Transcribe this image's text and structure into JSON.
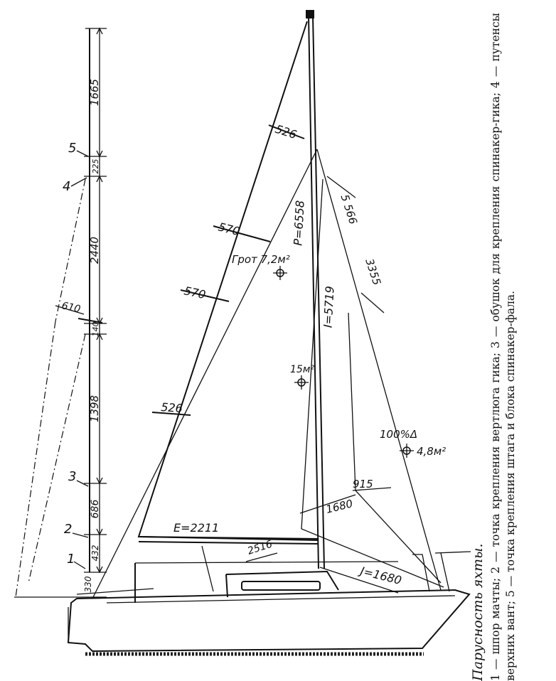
{
  "caption": {
    "title": "Парусность яхты.",
    "text": "1 — шпор мачты; 2 — точка крепления вертлюга гика; 3 — обушок для крепления спинакер-гика; 4 — путенсы верхних вант; 5 — точка крепления штага и блока спинакер-фала."
  },
  "mast_dimensions": [
    {
      "label": "1665"
    },
    {
      "label": "225"
    },
    {
      "label": "2440"
    },
    {
      "label": "140"
    },
    {
      "label": "1398"
    },
    {
      "label": "686"
    },
    {
      "label": "432"
    },
    {
      "label": "330"
    }
  ],
  "mast_points": [
    "1",
    "2",
    "3",
    "4",
    "5"
  ],
  "spreader": {
    "label": "610"
  },
  "batten_labels": [
    "526",
    "570",
    "570",
    "526"
  ],
  "dims": {
    "luff_p": "P=6558",
    "foretriangle_i": "I=5719",
    "boom_e": "E=2211",
    "base_j": "J=1680",
    "d_5566": "5 566",
    "d_3355": "3355",
    "d_915": "915",
    "d_1680": "1680",
    "d_2516": "2516"
  },
  "sail_areas": {
    "main": "Грот 7,2м²",
    "jib": "15м²",
    "genoa_pct": "100%Δ",
    "genoa_area": "4,8м²"
  }
}
